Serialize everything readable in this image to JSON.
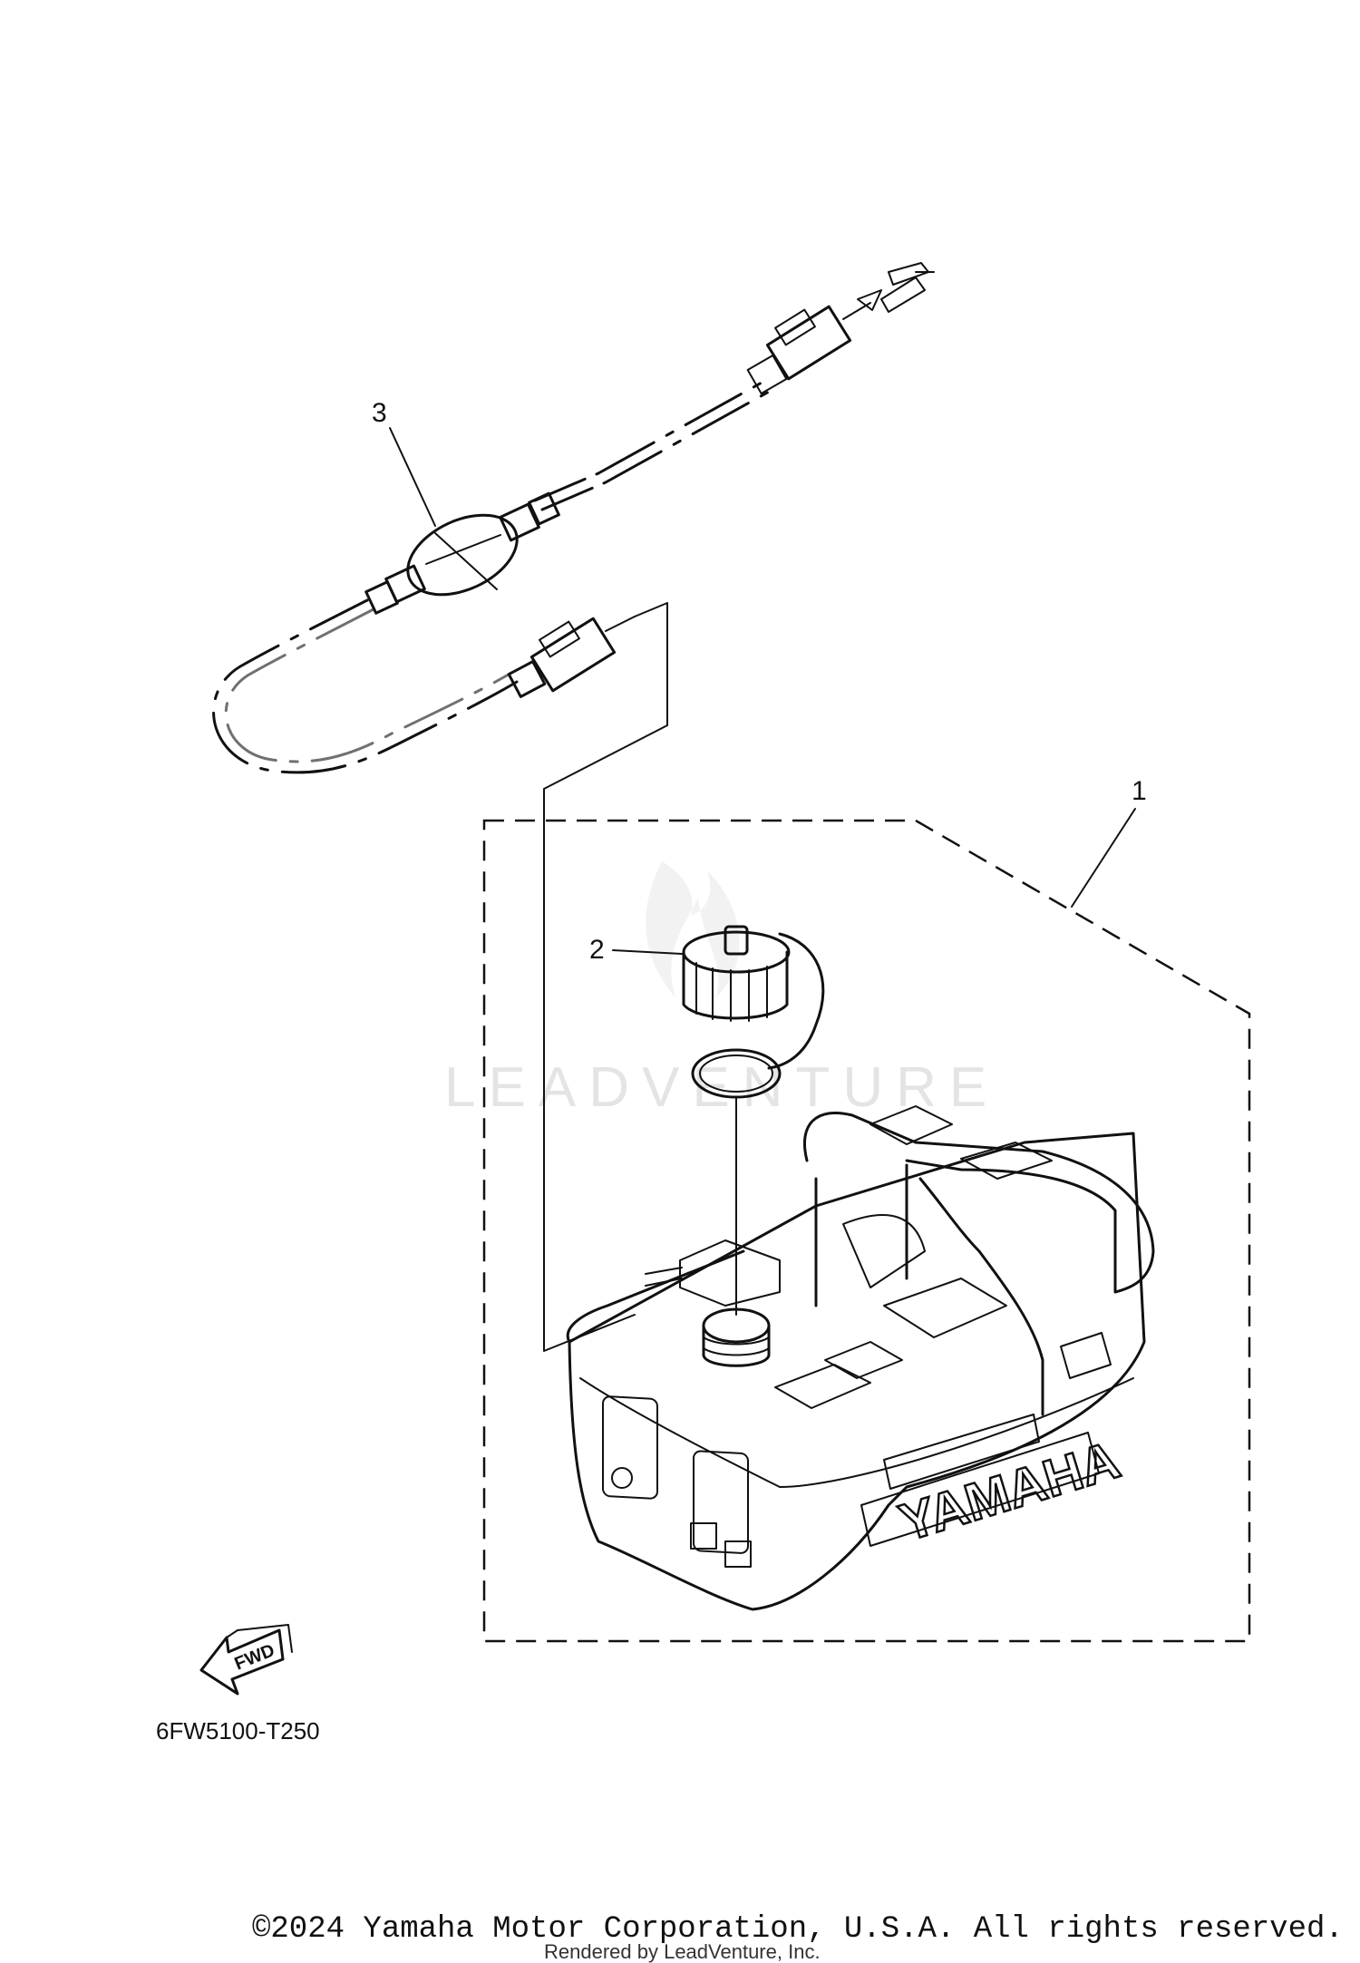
{
  "callouts": [
    {
      "number": "1",
      "part": "fuel tank"
    },
    {
      "number": "2",
      "part": "fuel cap"
    },
    {
      "number": "3",
      "part": "fuel line with primer bulb"
    }
  ],
  "tank_brand": "YAMAHA",
  "fwd_label": "FWD",
  "diagram_code": "6FW5100-T250",
  "copyright": "©2024 Yamaha Motor Corporation, U.S.A. All rights reserved.",
  "rendered_by": "Rendered by LeadVenture, Inc.",
  "watermark": "LEADVENTURE",
  "icons": {
    "fwd_arrow": "fwd-arrow-icon",
    "watermark_logo": "flame-logo-icon"
  }
}
